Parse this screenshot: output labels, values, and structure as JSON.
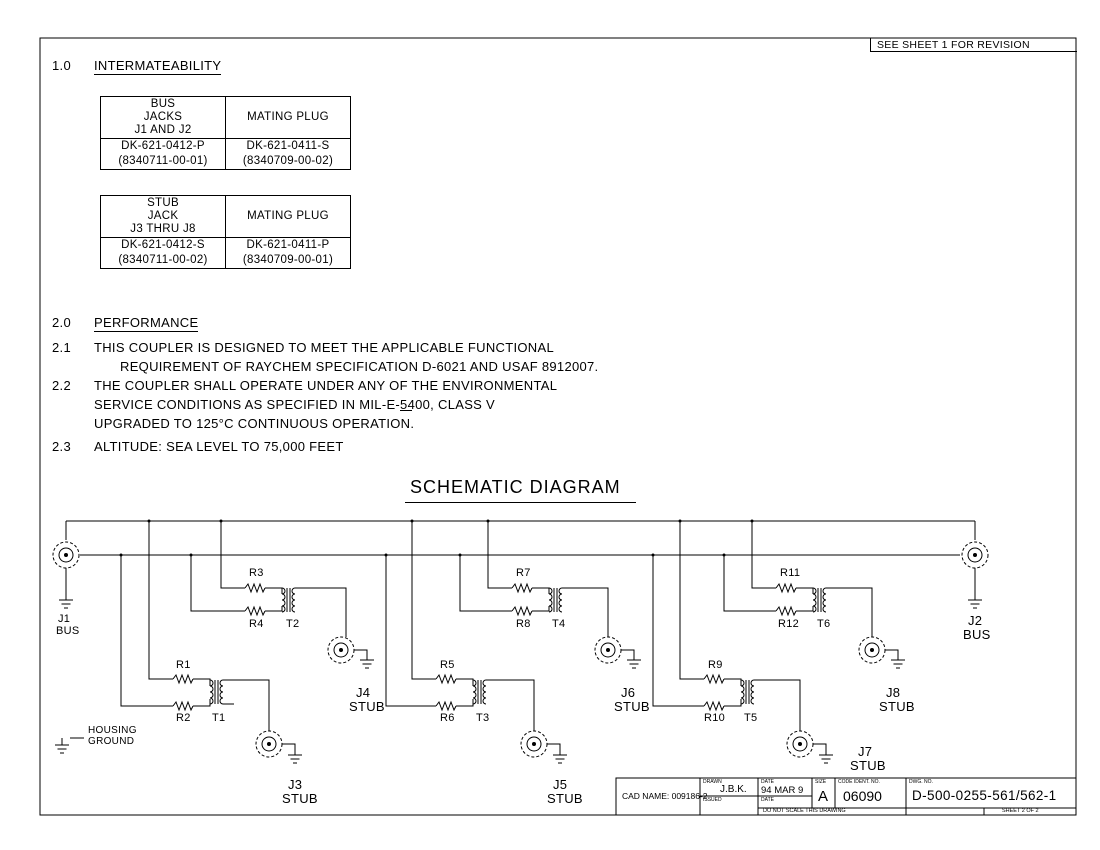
{
  "revision_note": "SEE SHEET 1 FOR REVISION",
  "section1": {
    "number": "1.0",
    "heading": "INTERMATEABILITY",
    "table1": {
      "header_left": [
        "BUS",
        "JACKS",
        "J1 AND J2"
      ],
      "header_right": "MATING PLUG",
      "rows": [
        [
          "DK-621-0412-P",
          "DK-621-0411-S"
        ],
        [
          "(8340711-00-01)",
          "(8340709-00-02)"
        ]
      ]
    },
    "table2": {
      "header_left": [
        "STUB",
        "JACK",
        "J3 THRU J8"
      ],
      "header_right": "MATING PLUG",
      "rows": [
        [
          "DK-621-0412-S",
          "DK-621-0411-P"
        ],
        [
          "(8340711-00-02)",
          "(8340709-00-01)"
        ]
      ]
    }
  },
  "section2": {
    "number": "2.0",
    "heading": "PERFORMANCE",
    "items": [
      {
        "num": "2.1",
        "lines": [
          "THIS COUPLER IS DESIGNED TO MEET THE APPLICABLE FUNCTIONAL",
          "REQUIREMENT OF RAYCHEM SPECIFICATION D-6021 AND USAF 8912007."
        ]
      },
      {
        "num": "2.2",
        "lines": [
          "THE COUPLER SHALL OPERATE UNDER ANY OF THE ENVIRONMENTAL",
          "SERVICE CONDITIONS AS SPECIFIED IN MIL-E-5400, CLASS V",
          "UPGRADED TO 125°C CONTINUOUS OPERATION."
        ]
      },
      {
        "num": "2.3",
        "lines": [
          "ALTITUDE: SEA LEVEL TO 75,000 FEET"
        ]
      }
    ]
  },
  "schematic": {
    "title": "SCHEMATIC DIAGRAM",
    "labels": {
      "J1": "J1",
      "J1_sub": "BUS",
      "J2": "J2",
      "J2_sub": "BUS",
      "J3": "J3",
      "J4": "J4",
      "J5": "J5",
      "J6": "J6",
      "J7": "J7",
      "J8": "J8",
      "stub": "STUB",
      "R1": "R1",
      "R2": "R2",
      "R3": "R3",
      "R4": "R4",
      "R5": "R5",
      "R6": "R6",
      "R7": "R7",
      "R8": "R8",
      "R9": "R9",
      "R10": "R10",
      "R11": "R11",
      "R12": "R12",
      "T1": "T1",
      "T2": "T2",
      "T3": "T3",
      "T4": "T4",
      "T5": "T5",
      "T6": "T6",
      "housing": "HOUSING",
      "ground": "GROUND"
    }
  },
  "title_block": {
    "cad_name": "CAD NAME: 009186-2",
    "drawn_label": "DRAWN",
    "drawn_value": "J.B.K.",
    "issued_label": "ISSUED",
    "date_label": "DATE",
    "date_value": "94 MAR 9",
    "date_label2": "DATE",
    "size_label": "SIZE",
    "size_value": "A",
    "code_label": "CODE IDENT. NO.",
    "code_value": "06090",
    "dwg_label": "DWG. NO.",
    "dwg_value": "D-500-0255-561/562-1",
    "do_not_scale": "DO NOT SCALE THIS DRAWING",
    "sheet": "SHEET 2 OF 2"
  }
}
